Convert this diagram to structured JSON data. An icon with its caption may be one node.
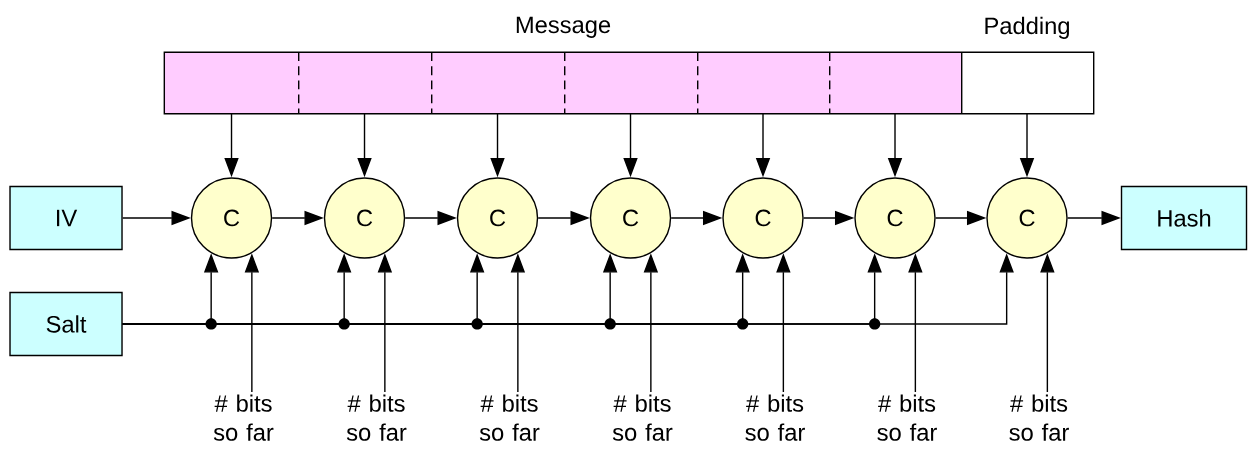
{
  "diagram": {
    "nodes": [
      {
        "text": [],
        "shape": "box"
      },
      {
        "text": [],
        "shape": "box"
      },
      {
        "text": [],
        "shape": "box"
      },
      {
        "text": [],
        "shape": "box"
      },
      {
        "text": [],
        "shape": "box"
      },
      {
        "text": [],
        "shape": "box"
      },
      {
        "text": [
          "Padding"
        ]
      },
      {
        "text": [
          "IV"
        ]
      },
      {
        "text": [
          "C"
        ]
      },
      {
        "text": [
          "C"
        ]
      },
      {
        "text": [
          "C"
        ]
      },
      {
        "text": [
          "C"
        ]
      },
      {
        "text": [
          "C"
        ]
      },
      {
        "text": [
          "C"
        ]
      },
      {
        "text": [
          "C"
        ]
      },
      {
        "text": [
          "Hash"
        ]
      },
      {
        "text": [
          "Salt"
        ]
      },
      {
        "text": [
          "# bits so far"
        ]
      },
      {
        "text": [
          "# bits so far"
        ]
      },
      {
        "text": [
          "# bits so far"
        ]
      },
      {
        "text": [
          "# bits so far"
        ]
      },
      {
        "text": [
          "# bits so far"
        ]
      },
      {
        "text": [
          "# bits so far"
        ]
      },
      {
        "text": [
          "# bits so far"
        ]
      }
    ],
    "edges": [
      {
        "from": 0,
        "to": 8,
        "arrow": "to"
      },
      {
        "from": 1,
        "to": 9,
        "arrow": "to"
      },
      {
        "from": 2,
        "to": 10,
        "arrow": "to"
      },
      {
        "from": 3,
        "to": 11,
        "arrow": "to"
      },
      {
        "from": 4,
        "to": 12,
        "arrow": "to"
      },
      {
        "from": 5,
        "to": 13,
        "arrow": "to"
      },
      {
        "from": 6,
        "to": 14,
        "arrow": "to"
      },
      {
        "from": 7,
        "to": 8,
        "arrow": "to"
      },
      {
        "from": 8,
        "to": 9,
        "arrow": "to"
      },
      {
        "from": 9,
        "to": 10,
        "arrow": "to"
      },
      {
        "from": 10,
        "to": 11,
        "arrow": "to"
      },
      {
        "from": 11,
        "to": 12,
        "arrow": "to"
      },
      {
        "from": 12,
        "to": 13,
        "arrow": "to"
      },
      {
        "from": 13,
        "to": 14,
        "arrow": "to"
      },
      {
        "from": 14,
        "to": 15,
        "arrow": "to"
      },
      {
        "from": 16,
        "to": 8,
        "arrow": "to"
      },
      {
        "from": 16,
        "to": 9,
        "arrow": "to"
      },
      {
        "from": 16,
        "to": 10,
        "arrow": "to"
      },
      {
        "from": 16,
        "to": 11,
        "arrow": "to"
      },
      {
        "from": 16,
        "to": 12,
        "arrow": "to"
      },
      {
        "from": 16,
        "to": 13,
        "arrow": "to"
      },
      {
        "from": 16,
        "to": 14,
        "arrow": "to"
      },
      {
        "from": 17,
        "to": 8,
        "arrow": "to"
      },
      {
        "from": 18,
        "to": 9,
        "arrow": "to"
      },
      {
        "from": 19,
        "to": 10,
        "arrow": "to"
      },
      {
        "from": 20,
        "to": 11,
        "arrow": "to"
      },
      {
        "from": 21,
        "to": 12,
        "arrow": "to"
      },
      {
        "from": 22,
        "to": 13,
        "arrow": "to"
      },
      {
        "from": 23,
        "to": 14,
        "arrow": "to"
      }
    ],
    "labels": [
      "Message"
    ]
  }
}
